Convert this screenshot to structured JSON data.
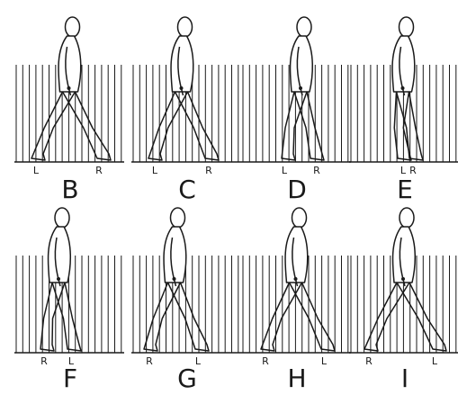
{
  "panels": [
    {
      "letter": "B",
      "left_foot": "L",
      "right_foot": "R"
    },
    {
      "letter": "C",
      "left_foot": "L",
      "right_foot": "R"
    },
    {
      "letter": "D",
      "left_foot": "L",
      "right_foot": "R"
    },
    {
      "letter": "E",
      "left_foot": "L",
      "right_foot": "R"
    },
    {
      "letter": "F",
      "left_foot": "L",
      "right_foot": "R"
    },
    {
      "letter": "G",
      "left_foot": "L",
      "right_foot": "R"
    },
    {
      "letter": "H",
      "left_foot": "L",
      "right_foot": "R"
    },
    {
      "letter": "I",
      "left_foot": "L",
      "right_foot": "R"
    }
  ],
  "colors": {
    "ink": "#1a1a1a",
    "background": "#ffffff"
  }
}
